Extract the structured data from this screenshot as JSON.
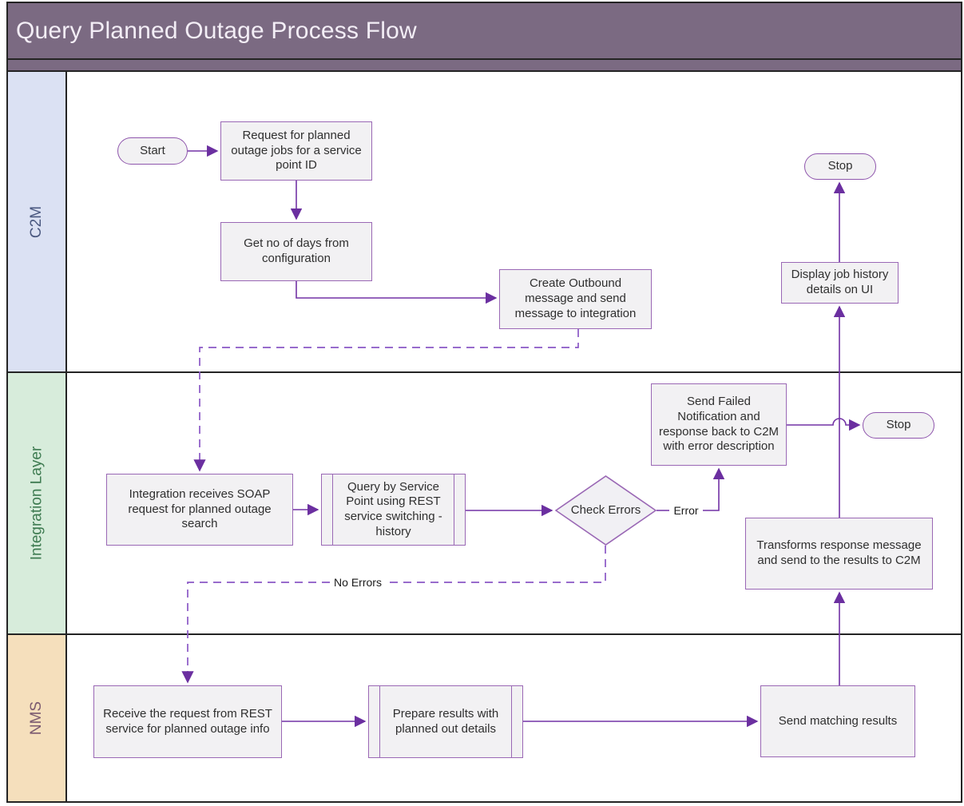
{
  "title": "Query Planned Outage Process Flow",
  "lanes": {
    "c2m": {
      "label": "C2M"
    },
    "integration": {
      "label": "Integration Layer"
    },
    "nms": {
      "label": "NMS"
    }
  },
  "nodes": {
    "start": {
      "type": "terminator",
      "label": "Start"
    },
    "request": {
      "type": "process",
      "label": "Request for planned outage jobs for a service point ID"
    },
    "get_days": {
      "type": "process",
      "label": "Get no of days from configuration"
    },
    "create_outbound": {
      "type": "process",
      "label": "Create Outbound message and send message to integration"
    },
    "integration_receives": {
      "type": "process",
      "label": "Integration receives SOAP request for planned outage search"
    },
    "query_service_point": {
      "type": "predefined-process",
      "label": "Query by Service Point using REST service switching - history"
    },
    "check_errors": {
      "type": "decision",
      "label": "Check Errors"
    },
    "send_failed": {
      "type": "process",
      "label": "Send Failed Notification and response back to C2M with error description"
    },
    "stop_error": {
      "type": "terminator",
      "label": "Stop"
    },
    "transforms_response": {
      "type": "process",
      "label": "Transforms response message and send to the results to C2M"
    },
    "display_job_history": {
      "type": "process",
      "label": "Display job history details on UI"
    },
    "stop_main": {
      "type": "terminator",
      "label": "Stop"
    },
    "receive_request": {
      "type": "process",
      "label": "Receive the request from REST service for planned outage info"
    },
    "prepare_results": {
      "type": "predefined-process",
      "label": "Prepare results with planned out details"
    },
    "send_matching": {
      "type": "process",
      "label": "Send matching results"
    }
  },
  "edge_labels": {
    "error": "Error",
    "no_errors": "No Errors"
  },
  "colors": {
    "title_bg": "#7b6a82",
    "lane_c2m_bg": "#dbe1f3",
    "lane_c2m_text": "#4a5880",
    "lane_int_bg": "#d7ecdb",
    "lane_int_text": "#3e7b51",
    "lane_nms_bg": "#f5dfbc",
    "lane_nms_text": "#7b5a70",
    "shape_fill": "#f2f1f3",
    "shape_border": "#9a68b5",
    "wire": "#7232a5",
    "wire_dashed": "#8a57c5",
    "arrow": "#6b2fa0"
  }
}
